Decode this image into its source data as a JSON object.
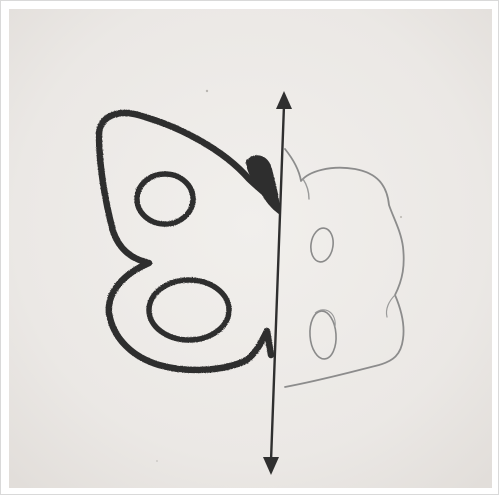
{
  "image": {
    "paper_color": "#ece9e6",
    "ink_color": "#2f2f2f",
    "pencil_color": "#8a8a8a",
    "subject": "butterfly-half-symmetry-drawing",
    "elements": {
      "left_half": "printed-thick-outline-butterfly-wing-with-two-oval-spots",
      "right_half": "hand-drawn-pencil-completion-with-two-oval-spots",
      "axis": "vertical-line-of-symmetry-with-arrowheads"
    }
  }
}
